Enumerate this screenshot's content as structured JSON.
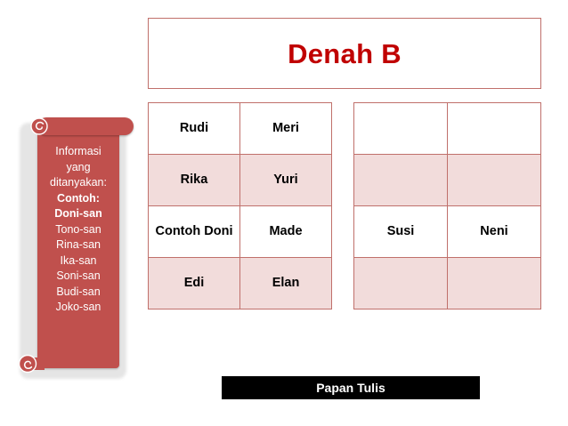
{
  "slide": {
    "title": "Denah B",
    "title_color": "#C00000",
    "border_color": "#C0706B"
  },
  "scroll_banner": {
    "fill_color": "#C0504D",
    "text_color": "#FFFFFF",
    "lines": [
      {
        "text": "Informasi",
        "bold": false
      },
      {
        "text": "yang",
        "bold": false
      },
      {
        "text": "ditanyakan:",
        "bold": false
      },
      {
        "text": "Contoh:",
        "bold": true
      },
      {
        "text": "Doni-san",
        "bold": true
      },
      {
        "text": "Tono-san",
        "bold": false
      },
      {
        "text": "Rina-san",
        "bold": false
      },
      {
        "text": "Ika-san",
        "bold": false
      },
      {
        "text": "Soni-san",
        "bold": false
      },
      {
        "text": "Budi-san",
        "bold": false
      },
      {
        "text": "Joko-san",
        "bold": false
      }
    ]
  },
  "seating": {
    "row_fill_white": "#FFFFFF",
    "row_fill_pink": "#F2DCDB",
    "left_table": {
      "name": "seat-table-left",
      "rows": [
        {
          "fill": "white",
          "cells": [
            "Rudi",
            "Meri"
          ]
        },
        {
          "fill": "pink",
          "cells": [
            "Rika",
            "Yuri"
          ]
        },
        {
          "fill": "white",
          "cells": [
            "Contoh Doni",
            "Made"
          ]
        },
        {
          "fill": "pink",
          "cells": [
            "Edi",
            "Elan"
          ]
        }
      ]
    },
    "right_table": {
      "name": "seat-table-right",
      "rows": [
        {
          "fill": "white",
          "cells": [
            "",
            ""
          ]
        },
        {
          "fill": "pink",
          "cells": [
            "",
            ""
          ]
        },
        {
          "fill": "white",
          "cells": [
            "Susi",
            "Neni"
          ]
        },
        {
          "fill": "pink",
          "cells": [
            "",
            ""
          ]
        }
      ]
    }
  },
  "blackboard": {
    "label": "Papan Tulis",
    "background": "#000000",
    "text_color": "#FFFFFF"
  }
}
